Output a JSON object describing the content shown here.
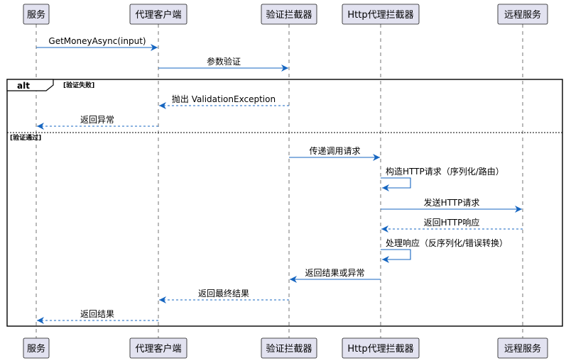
{
  "participants": [
    {
      "id": "service",
      "label": "服务"
    },
    {
      "id": "proxy",
      "label": "代理客户端"
    },
    {
      "id": "validator",
      "label": "验证拦截器"
    },
    {
      "id": "http",
      "label": "Http代理拦截器"
    },
    {
      "id": "remote",
      "label": "远程服务"
    }
  ],
  "messages": [
    {
      "from": "service",
      "to": "proxy",
      "label": "GetMoneyAsync(input)",
      "style": "solid"
    },
    {
      "from": "proxy",
      "to": "validator",
      "label": "参数验证",
      "style": "solid"
    },
    {
      "from": "validator",
      "to": "proxy",
      "label": "抛出 ValidationException",
      "style": "dashed"
    },
    {
      "from": "proxy",
      "to": "service",
      "label": "返回异常",
      "style": "dashed"
    },
    {
      "from": "validator",
      "to": "http",
      "label": "传递调用请求",
      "style": "solid"
    },
    {
      "from": "http",
      "to": "http",
      "label": "构造HTTP请求（序列化/路由）",
      "style": "self"
    },
    {
      "from": "http",
      "to": "remote",
      "label": "发送HTTP请求",
      "style": "solid"
    },
    {
      "from": "remote",
      "to": "http",
      "label": "返回HTTP响应",
      "style": "dashed"
    },
    {
      "from": "http",
      "to": "http",
      "label": "处理响应（反序列化/错误转换）",
      "style": "self"
    },
    {
      "from": "http",
      "to": "validator",
      "label": "返回结果或异常",
      "style": "solid"
    },
    {
      "from": "validator",
      "to": "proxy",
      "label": "返回最终结果",
      "style": "dashed"
    },
    {
      "from": "proxy",
      "to": "service",
      "label": "返回结果",
      "style": "dashed"
    }
  ],
  "alt_frame": {
    "keyword": "alt",
    "guards": [
      "[验证失败]",
      "[验证通过]"
    ]
  },
  "colors": {
    "arrow": "#1565c0",
    "participant_fill": "#e2e2f0",
    "participant_border": "#181818"
  }
}
